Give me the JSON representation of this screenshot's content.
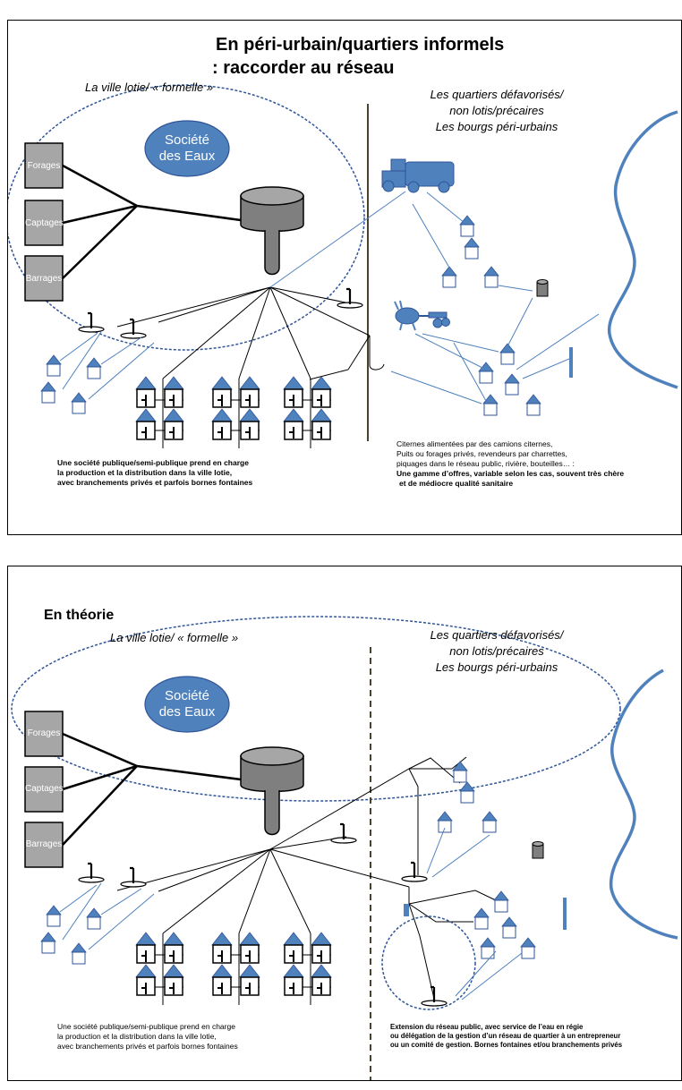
{
  "slide1": {
    "title_line1": "En péri-urbain/quartiers informels",
    "title_line2": ": raccorder au réseau",
    "formal_city": "La ville lotie/ « formelle »",
    "right_line1": "Les quartiers défavorisés/",
    "right_line2": "non lotis/précaires",
    "right_line3": "Les bourgs péri-urbains",
    "company_line1": "Société",
    "company_line2": "des Eaux",
    "box_forages": "Forages",
    "box_captages": "Captages",
    "box_barrages": "Barrages",
    "caption_left_1": "Une société publique/semi-publique prend en charge",
    "caption_left_2": "la production et la distribution dans la ville lotie,",
    "caption_left_3": "avec branchements privés et parfois bornes fontaines",
    "caption_right_1": "Citernes alimentées par des camions citernes,",
    "caption_right_2": "Puits ou forages privés, revendeurs par charrettes,",
    "caption_right_3": "piquages dans le réseau public, rivière, bouteilles… :",
    "caption_right_4": "Une gamme d’offres, variable selon les cas, souvent très chère",
    "caption_right_5": "et de médiocre qualité sanitaire"
  },
  "slide2": {
    "title": "En théorie",
    "formal_city": "La ville lotie/ « formelle »",
    "right_line1": "Les quartiers défavorisés/",
    "right_line2": "non lotis/précaires",
    "right_line3": "Les bourgs péri-urbains",
    "company_line1": "Société",
    "company_line2": "des Eaux",
    "box_forages": "Forages",
    "box_captages": "Captages",
    "box_barrages": "Barrages",
    "caption_left_1": "Une société publique/semi-publique prend en charge",
    "caption_left_2": "la production et la distribution dans la ville lotie,",
    "caption_left_3": "avec branchements privés et parfois bornes fontaines",
    "caption_right_1": "Extension du réseau public, avec service de l’eau en régie",
    "caption_right_2": "ou délégation de la gestion d’un réseau de quartier à un entrepreneur",
    "caption_right_3": "ou un comité de gestion. Bornes fontaines et/ou branchements privés"
  },
  "colors": {
    "blue": "#4f81bd",
    "gray": "#a6a6a6",
    "dark_gray": "#7f7f7f",
    "divider": "#4a4230"
  }
}
